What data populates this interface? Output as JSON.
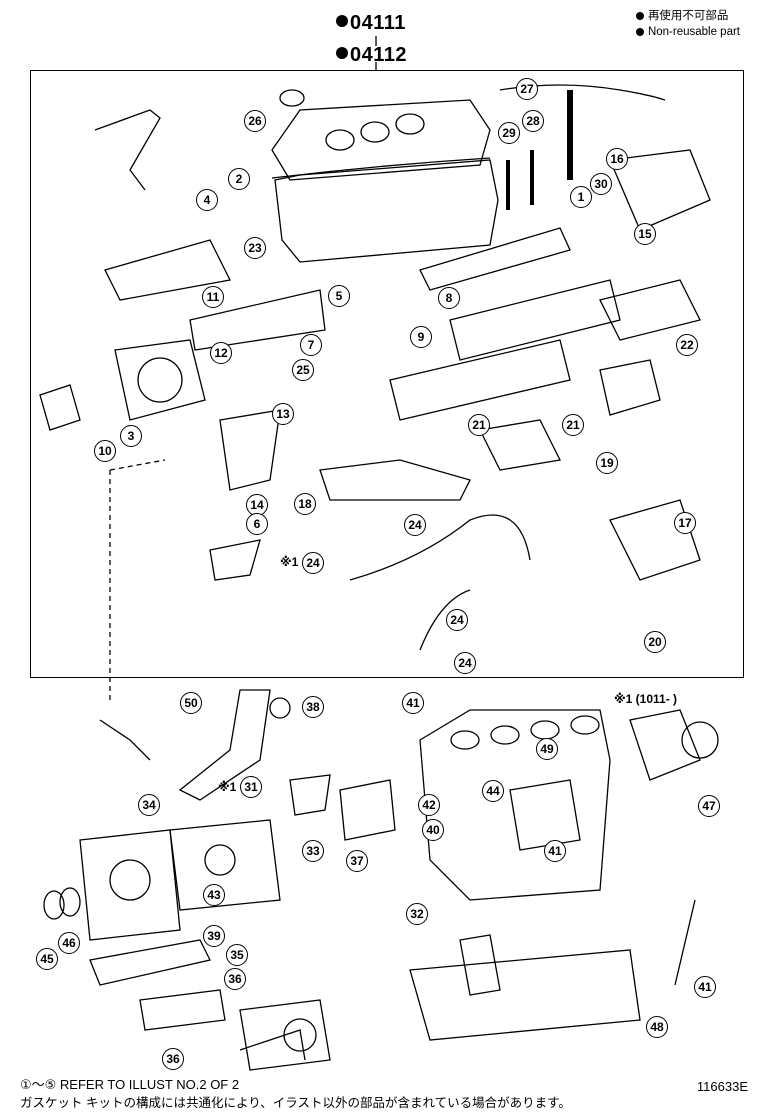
{
  "header": {
    "kit_outer": "04111",
    "kit_inner": "04112"
  },
  "legend": {
    "jp": "再使用不可部品",
    "en": "Non-reusable part"
  },
  "serial_note": "※1 (1011-     )",
  "star_prefix": "※1",
  "footer": {
    "range": "①～⑤ REFER TO ILLUST NO.2 OF 2",
    "jp_note": "ガスケット キットの構成には共通化により、イラスト以外の部品が含まれている場合があります。",
    "drawing_no": "116633E"
  },
  "callouts": [
    "27",
    "26",
    "29",
    "28",
    "16",
    "30",
    "1",
    "2",
    "4",
    "23",
    "15",
    "11",
    "5",
    "8",
    "7",
    "12",
    "9",
    "22",
    "25",
    "13",
    "10",
    "3",
    "21",
    "19",
    "18",
    "14",
    "24",
    "17",
    "6",
    "24",
    "24",
    "20",
    "24",
    "50",
    "38",
    "41",
    "47",
    "49",
    "34",
    "31",
    "42",
    "44",
    "33",
    "37",
    "40",
    "41",
    "43",
    "39",
    "32",
    "46",
    "45",
    "35",
    "36",
    "41",
    "36",
    "48"
  ],
  "colors": {
    "line": "#000000",
    "paper": "#ffffff"
  }
}
